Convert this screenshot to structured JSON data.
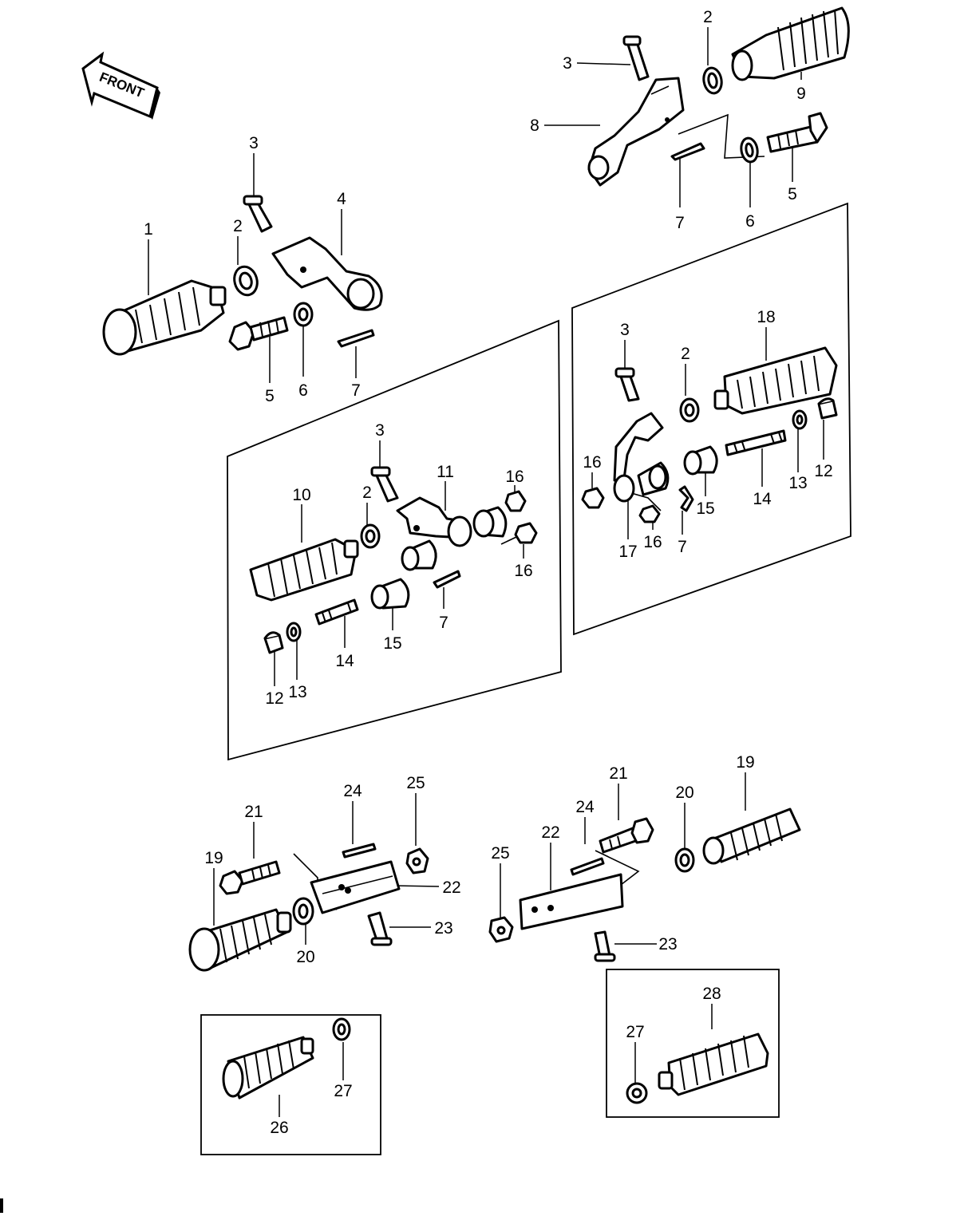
{
  "front_arrow": {
    "label": "FRONT"
  },
  "callouts": [
    {
      "id": "c01",
      "text": "3"
    },
    {
      "id": "c02",
      "text": "2"
    },
    {
      "id": "c03",
      "text": "9"
    },
    {
      "id": "c04",
      "text": "8"
    },
    {
      "id": "c05",
      "text": "7"
    },
    {
      "id": "c06",
      "text": "6"
    },
    {
      "id": "c07",
      "text": "5"
    },
    {
      "id": "c08",
      "text": "3"
    },
    {
      "id": "c09",
      "text": "4"
    },
    {
      "id": "c10",
      "text": "1"
    },
    {
      "id": "c11",
      "text": "2"
    },
    {
      "id": "c12",
      "text": "5"
    },
    {
      "id": "c13",
      "text": "6"
    },
    {
      "id": "c14",
      "text": "7"
    },
    {
      "id": "c15",
      "text": "3"
    },
    {
      "id": "c16",
      "text": "11"
    },
    {
      "id": "c17",
      "text": "16"
    },
    {
      "id": "c18",
      "text": "10"
    },
    {
      "id": "c19",
      "text": "2"
    },
    {
      "id": "c20",
      "text": "16"
    },
    {
      "id": "c21",
      "text": "7"
    },
    {
      "id": "c22",
      "text": "15"
    },
    {
      "id": "c23",
      "text": "14"
    },
    {
      "id": "c24",
      "text": "13"
    },
    {
      "id": "c25",
      "text": "12"
    },
    {
      "id": "c26",
      "text": "3"
    },
    {
      "id": "c27",
      "text": "18"
    },
    {
      "id": "c28",
      "text": "2"
    },
    {
      "id": "c29",
      "text": "16"
    },
    {
      "id": "c30",
      "text": "17"
    },
    {
      "id": "c31",
      "text": "16"
    },
    {
      "id": "c32",
      "text": "7"
    },
    {
      "id": "c33",
      "text": "15"
    },
    {
      "id": "c34",
      "text": "14"
    },
    {
      "id": "c35",
      "text": "13"
    },
    {
      "id": "c36",
      "text": "12"
    },
    {
      "id": "c37",
      "text": "24"
    },
    {
      "id": "c38",
      "text": "25"
    },
    {
      "id": "c39",
      "text": "21"
    },
    {
      "id": "c40",
      "text": "19"
    },
    {
      "id": "c41",
      "text": "22"
    },
    {
      "id": "c42",
      "text": "20"
    },
    {
      "id": "c43",
      "text": "23"
    },
    {
      "id": "c44",
      "text": "21"
    },
    {
      "id": "c45",
      "text": "19"
    },
    {
      "id": "c46",
      "text": "24"
    },
    {
      "id": "c47",
      "text": "20"
    },
    {
      "id": "c48",
      "text": "22"
    },
    {
      "id": "c49",
      "text": "25"
    },
    {
      "id": "c50",
      "text": "23"
    },
    {
      "id": "c51",
      "text": "28"
    },
    {
      "id": "c52",
      "text": "27"
    },
    {
      "id": "c53",
      "text": "27"
    },
    {
      "id": "c54",
      "text": "26"
    }
  ]
}
